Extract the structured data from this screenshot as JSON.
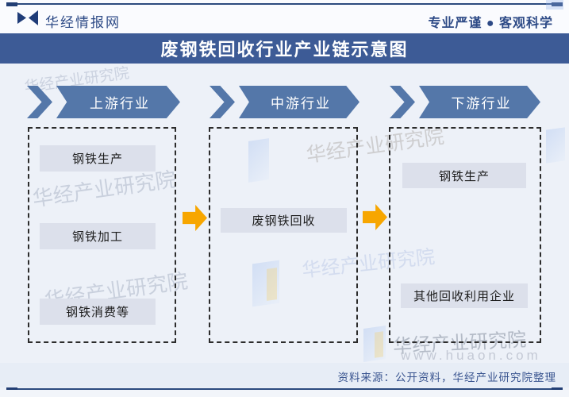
{
  "header": {
    "brand": "华经情报网",
    "motto": "专业严谨 ● 客观科学"
  },
  "title": "废钢铁回收行业产业链示意图",
  "banners": [
    {
      "label": "上游行业"
    },
    {
      "label": "中游行业"
    },
    {
      "label": "下游行业"
    }
  ],
  "columns": [
    {
      "title": "上游行业",
      "boxes": [
        "钢铁生产",
        "钢铁加工",
        "钢铁消费等"
      ]
    },
    {
      "title": "中游行业",
      "boxes": [
        "废钢铁回收"
      ]
    },
    {
      "title": "下游行业",
      "boxes": [
        "钢铁生产",
        "其他回收利用企业"
      ]
    }
  ],
  "footer": {
    "source": "资料来源：公开资料，华经产业研究院整理"
  },
  "watermarks": {
    "org": "华经产业研究院",
    "url": "www.huaon.com"
  },
  "colors": {
    "page_bg": "#edf1f8",
    "title_bar": "#3d5b96",
    "banner": "#5477a9",
    "node_box": "#dce0eb",
    "flow_arrow": "#f7a600",
    "rule_line": "#2b4a7e",
    "navy_text": "#2d4a86",
    "footer_band": "#e7edf6"
  }
}
